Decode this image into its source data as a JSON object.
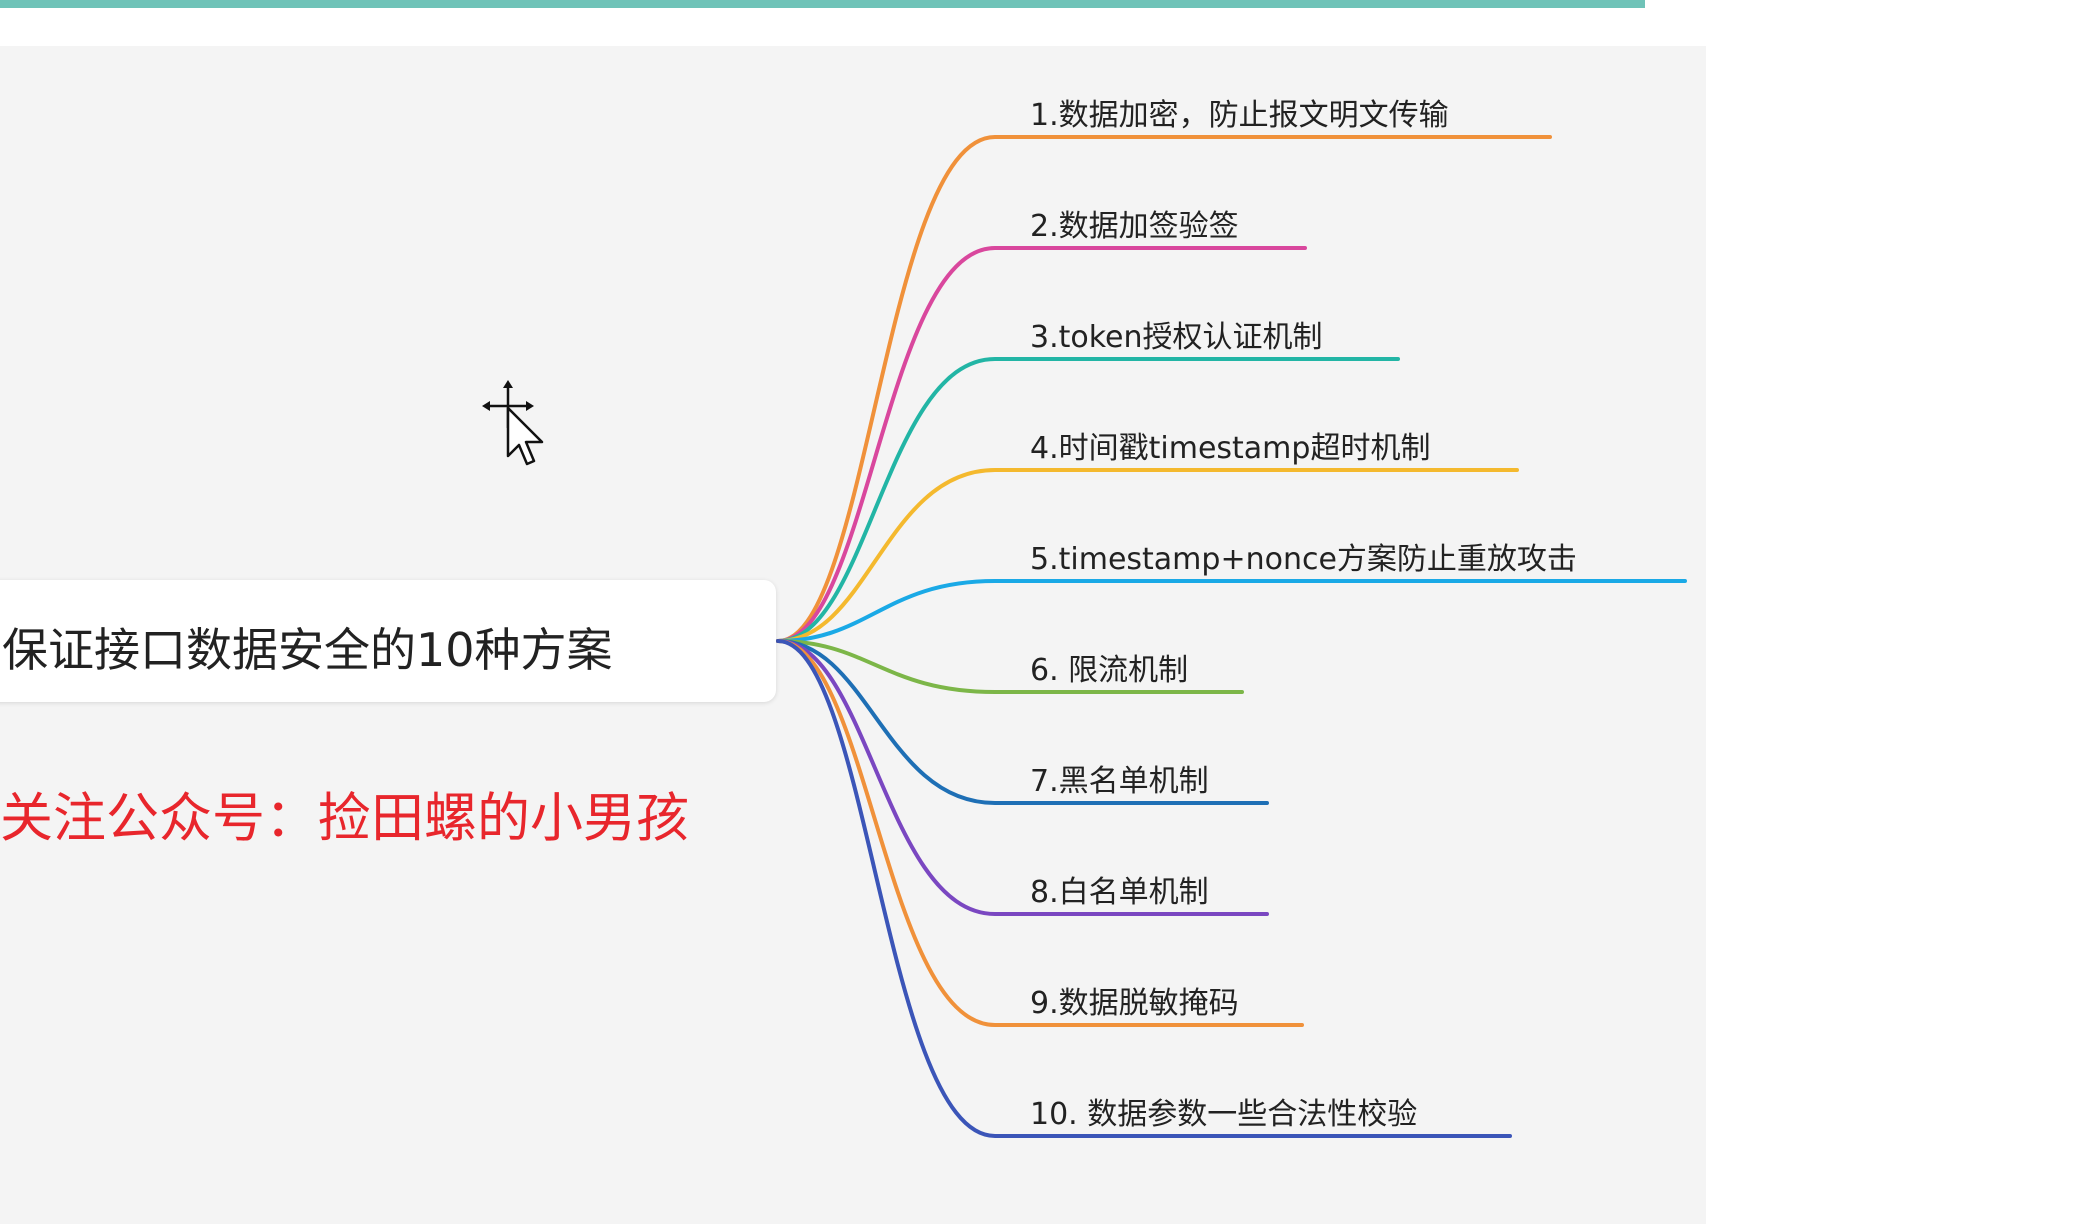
{
  "mindmap": {
    "center_label": "保证接口数据安全的10种方案",
    "promo_text": "关注公众号：捡田螺的小男孩",
    "branches": [
      {
        "label": "1.数据加密，防止报文明文传输",
        "color": "#f0913a"
      },
      {
        "label": "2.数据加签验签",
        "color": "#d9479d"
      },
      {
        "label": "3.token授权认证机制",
        "color": "#22b5a5"
      },
      {
        "label": "4.时间戳timestamp超时机制",
        "color": "#f4b92e"
      },
      {
        "label": "5.timestamp+nonce方案防止重放攻击",
        "color": "#1aa9e6"
      },
      {
        "label": "6. 限流机制",
        "color": "#7cb648"
      },
      {
        "label": "7.黑名单机制",
        "color": "#1e6fb5"
      },
      {
        "label": "8.白名单机制",
        "color": "#7a47c1"
      },
      {
        "label": "9.数据脱敏掩码",
        "color": "#f0913a"
      },
      {
        "label": "10. 数据参数一些合法性校验",
        "color": "#3b55b8"
      }
    ]
  },
  "cursor_icon": "move-cursor-icon",
  "accent_bar_color": "#6fc3b8"
}
